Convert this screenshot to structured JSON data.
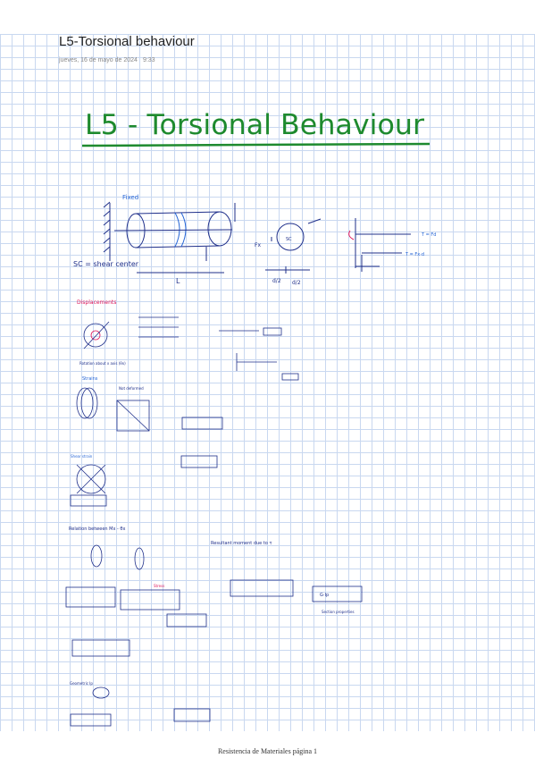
{
  "header": {
    "title": "L5-Torsional behaviour",
    "date": "jueves, 16 de mayo de 2024",
    "time": "9:33"
  },
  "notes": {
    "heading": "L5 - Torsional Behaviour",
    "fixed": "Fixed",
    "sc_def": "SC = shear center",
    "len_L": "L",
    "fx": "Fx",
    "sc": "SC",
    "d_half_1": "d/2",
    "d_half_2": "d/2",
    "t_label_1": "T = Fd",
    "t_label_2": "T = Fx·d",
    "displacements": "Displacements",
    "rotation_axis": "Rotation about x axis (θx)",
    "strains": "Strains",
    "not_deformed": "Not deformed",
    "shear_strain": "Shear strain",
    "rel_title": "Relation between Mx - θx",
    "resultant": "Resultant moment due to τ",
    "geometric": "Geometric Ip",
    "sc_section": "Section properties",
    "status": "Stress",
    "gip": "G·Ip"
  },
  "footer": {
    "page_label": "Resistencia de Materiales página 1"
  },
  "colors": {
    "heading": "#1e8a2e",
    "accent_pink": "#e0195c",
    "ink": "#1f2f8a",
    "blue_pen": "#2565d6"
  }
}
